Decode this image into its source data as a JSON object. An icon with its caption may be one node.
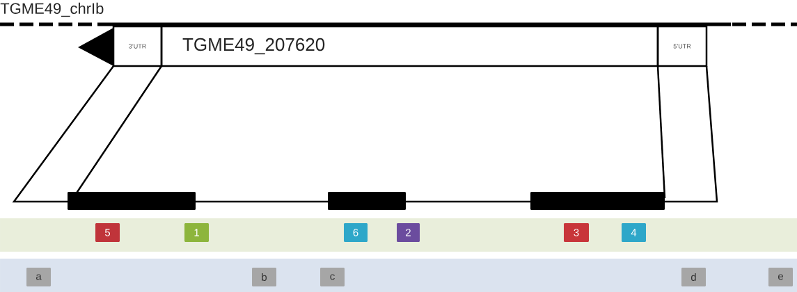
{
  "diagram": {
    "nodes": [
      {
        "text": [
          "3’UTR"
        ]
      },
      {
        "text": [
          "TGME49_207620"
        ]
      },
      {
        "text": [
          "5’UTR"
        ]
      },
      {
        "text": [],
        "shape": "band"
      },
      {
        "text": [
          "5"
        ],
        "in": 3
      },
      {
        "text": [
          "1"
        ],
        "in": 3
      },
      {
        "text": [
          "6"
        ],
        "in": 3
      },
      {
        "text": [
          "2"
        ],
        "in": 3
      },
      {
        "text": [
          "3"
        ],
        "in": 3
      },
      {
        "text": [
          "4"
        ],
        "in": 3
      },
      {
        "text": [],
        "shape": "band"
      },
      {
        "text": [
          "a"
        ],
        "in": 10
      },
      {
        "text": [
          "b"
        ],
        "in": 10
      },
      {
        "text": [
          "c"
        ],
        "in": 10
      },
      {
        "text": [
          "d"
        ],
        "in": 10
      },
      {
        "text": [
          "e"
        ],
        "in": 10
      }
    ],
    "labels": [
      "TGME49_chrIb"
    ]
  }
}
